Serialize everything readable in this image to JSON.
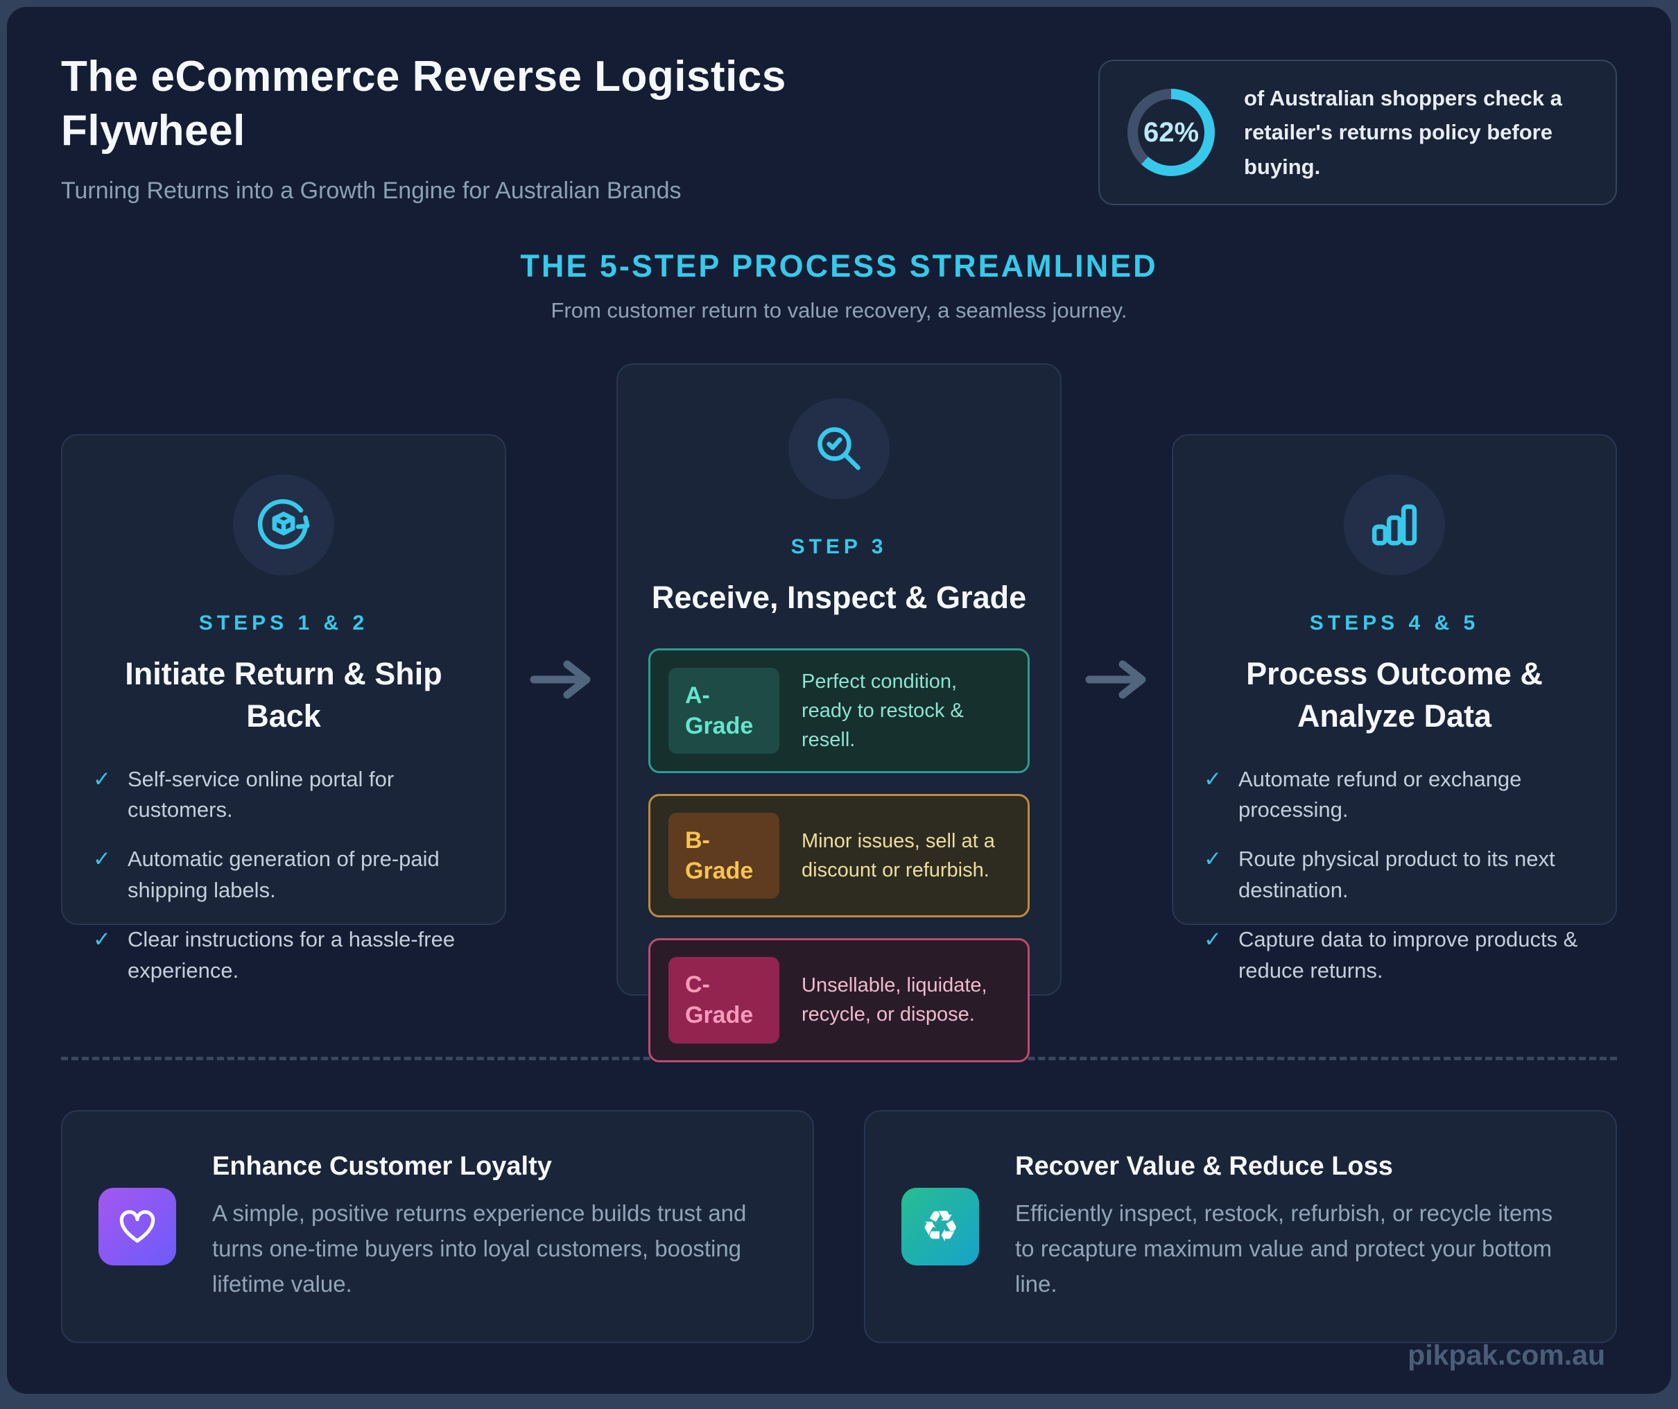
{
  "header": {
    "title_line1": "The eCommerce Reverse Logistics",
    "title_line2": "Flywheel",
    "subtitle": "Turning Returns into a Growth Engine for Australian Brands"
  },
  "stat": {
    "value": "62%",
    "percent": 62,
    "text": "of Australian shoppers check a retailer's returns policy before buying."
  },
  "process": {
    "heading": "THE 5-STEP PROCESS STREAMLINED",
    "subheading": "From customer return to value recovery, a seamless journey.",
    "cards": [
      {
        "icon": "package-return-icon",
        "step_label": "STEPS 1 & 2",
        "title": "Initiate Return & Ship Back",
        "items": [
          "Self-service online portal for customers.",
          "Automatic generation of pre-paid shipping labels.",
          "Clear instructions for a hassle-free experience."
        ]
      },
      {
        "icon": "inspect-magnifier-icon",
        "step_label": "STEP 3",
        "title": "Receive, Inspect & Grade",
        "grades": [
          {
            "label": "A-Grade",
            "description": "Perfect condition, ready to restock & resell."
          },
          {
            "label": "B-Grade",
            "description": "Minor issues, sell at a discount or refurbish."
          },
          {
            "label": "C-Grade",
            "description": "Unsellable, liquidate, recycle, or dispose."
          }
        ]
      },
      {
        "icon": "bar-chart-icon",
        "step_label": "STEPS 4 & 5",
        "title": "Process Outcome & Analyze Data",
        "items": [
          "Automate refund or exchange processing.",
          "Route physical product to its next destination.",
          "Capture data to improve products & reduce returns."
        ]
      }
    ]
  },
  "benefits": [
    {
      "icon": "heart-icon",
      "title": "Enhance Customer Loyalty",
      "description": "A simple, positive returns experience builds trust and turns one-time buyers into loyal customers, boosting lifetime value."
    },
    {
      "icon": "recycle-icon",
      "title": "Recover Value & Reduce Loss",
      "description": "Efficiently inspect, restock, refurbish, or recycle items to recapture maximum value and protect your bottom line."
    }
  ],
  "footer": {
    "watermark": "pikpak.com.au"
  },
  "glyphs": {
    "check": "✓",
    "recycle": "♻"
  },
  "colors": {
    "accent_cyan": "#37c9eb",
    "donut_track": "#40506a",
    "panel": "#141d33",
    "card": "#1b2539",
    "grade_a_border": "#2b9e8f",
    "grade_b_border": "#c08a3e",
    "grade_c_border": "#bf4a70",
    "purple_gradient_start": "#a457f0",
    "purple_gradient_end": "#6d5bfa",
    "teal_gradient_start": "#27bd92",
    "teal_gradient_end": "#17a3c9"
  }
}
